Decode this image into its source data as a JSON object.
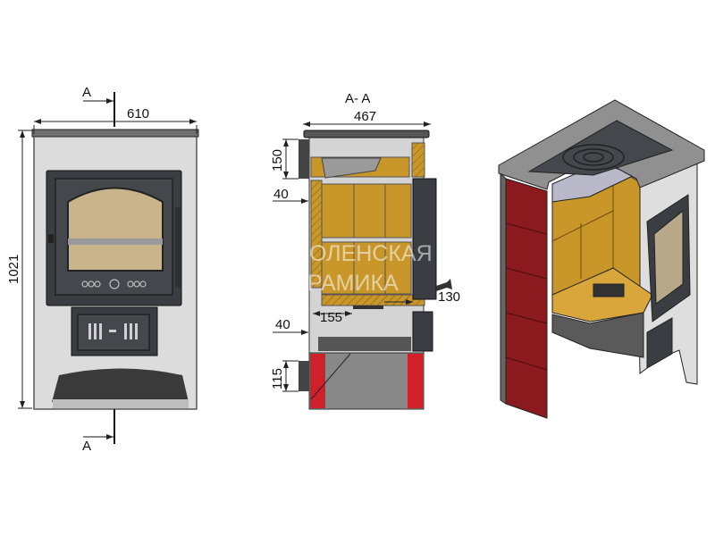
{
  "front_view": {
    "section_marker_top": "A",
    "section_marker_bottom": "A",
    "width_dim": "610",
    "height_dim": "1021"
  },
  "section_view": {
    "title": "A- A",
    "width_dim": "467",
    "dims": {
      "top_flue_height": "150",
      "side_wall_upper": "40",
      "grate_depth": "155",
      "door_offset": "130",
      "side_wall_lower": "40",
      "bottom_flue_height": "115"
    },
    "watermark_line1": "ОЛЕНСКАЯ",
    "watermark_line2": "РАМИКА"
  },
  "colors": {
    "body": "#d8d8d8",
    "cast_iron": "#3c3f44",
    "firebrick": "#c9962a",
    "tile": "#8a1a1e",
    "red_trim": "#d0202a"
  }
}
